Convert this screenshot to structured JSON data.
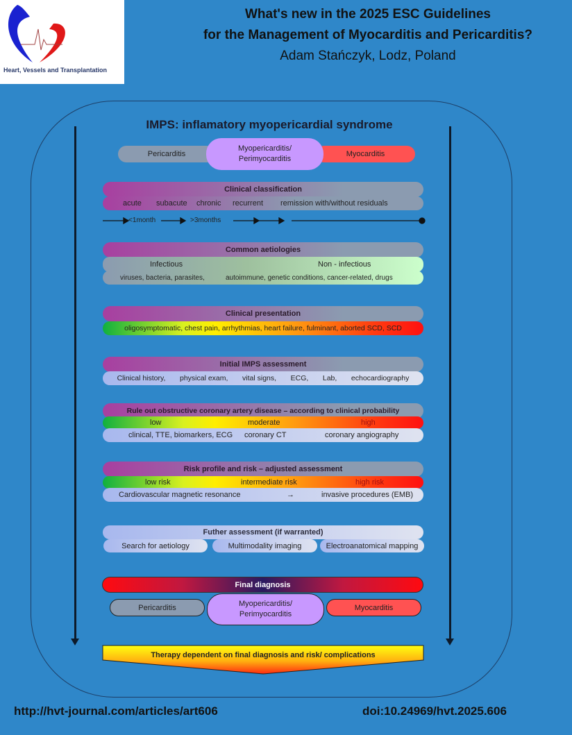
{
  "logo": {
    "caption": "Heart, Vessels and Transplantation"
  },
  "header": {
    "title_line1": "What's new in the 2025 ESC Guidelines",
    "title_line2": "for the Management of Myocarditis and Pericarditis?",
    "author": "Adam Stańczyk, Lodz, Poland"
  },
  "imps": {
    "title": "IMPS: inflamatory myopericardial syndrome",
    "pericarditis": "Pericarditis",
    "myoperi_1": "Myopericarditis/",
    "myoperi_2": "Perimyocarditis",
    "myocarditis": "Myocarditis"
  },
  "classification": {
    "title": "Clinical classification",
    "items": [
      "acute",
      "subacute",
      "chronic",
      "recurrent",
      "remission with/without residuals"
    ],
    "timeline": [
      "<1month",
      ">3months"
    ]
  },
  "aetiologies": {
    "title": "Common aetiologies",
    "infectious": "Infectious",
    "non_infectious": "Non - infectious",
    "infectious_examples": "viruses, bacteria, parasites,",
    "non_infectious_examples": "autoimmune, genetic conditions, cancer-related, drugs"
  },
  "presentation": {
    "title": "Clinical presentation",
    "text": "oligosymptomatic, chest pain, arrhythmias, heart failure, fulminant, aborted SCD, SCD"
  },
  "initial": {
    "title": "Initial IMPS assessment",
    "items": [
      "Clinical history,",
      "physical exam,",
      "vital signs,",
      "ECG,",
      "Lab,",
      "echocardiography"
    ]
  },
  "rule_out": {
    "title": "Rule out obstructive coronary artery disease – according to clinical probability",
    "levels": [
      "low",
      "moderate",
      "high"
    ],
    "methods": [
      "clinical, TTE, biomarkers, ECG",
      "coronary CT",
      "coronary angiography"
    ]
  },
  "risk": {
    "title": "Risk profile and risk – adjusted assessment",
    "levels": [
      "low risk",
      "intermediate risk",
      "high risk"
    ],
    "left": "Cardiovascular magnetic resonance",
    "arrow": "→",
    "right": "invasive procedures (EMB)"
  },
  "further": {
    "title": "Futher assessment (if warranted)",
    "items": [
      "Search for aetiology",
      "Multimodality imaging",
      "Electroanatomical mapping"
    ]
  },
  "final": {
    "title": "Final diagnosis",
    "pericarditis": "Pericarditis",
    "myoperi_1": "Myopericarditis/",
    "myoperi_2": "Perimyocarditis",
    "myocarditis": "Myocarditis"
  },
  "therapy": {
    "text": "Therapy dependent on final diagnosis and risk/ complications"
  },
  "footer": {
    "url": "http://hvt-journal.com/articles/art606",
    "doi": "doi:10.24969/hvt.2025.606"
  }
}
